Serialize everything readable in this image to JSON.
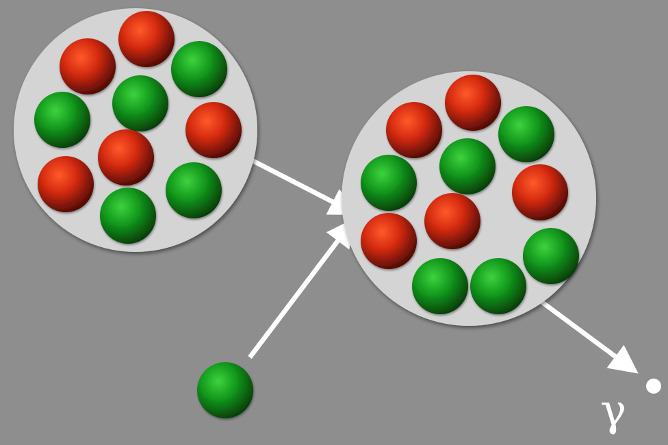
{
  "diagram": {
    "colors": {
      "background": "#8e8e8e",
      "nucleus_fill": "#d4d4d4",
      "arrow": "#ffffff",
      "proton": "#d42a10",
      "neutron": "#139a1d",
      "photon": "#ffffff"
    },
    "nuclei": [
      {
        "name": "target-nucleus",
        "nucleons": [
          "proton",
          "proton",
          "neutron",
          "neutron",
          "neutron",
          "proton",
          "proton",
          "proton",
          "neutron",
          "neutron"
        ]
      },
      {
        "name": "product-nucleus",
        "nucleons": [
          "proton",
          "proton",
          "neutron",
          "neutron",
          "neutron",
          "proton",
          "proton",
          "proton",
          "neutron",
          "neutron",
          "neutron"
        ]
      }
    ],
    "incoming_particle": "neutron",
    "emitted_particle": {
      "label": "γ",
      "kind": "photon"
    }
  }
}
